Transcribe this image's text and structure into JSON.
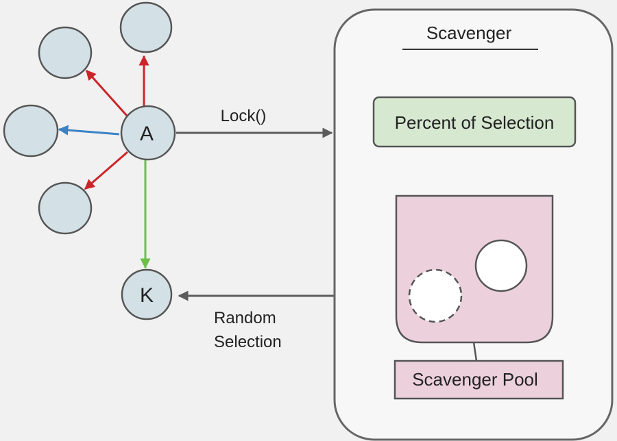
{
  "colors": {
    "background": "#f1f1f1",
    "node_fill": "#d3e0e5",
    "outline": "#555555",
    "arrow_red": "#cc2529",
    "arrow_blue": "#3b82c6",
    "arrow_green": "#6cc04a",
    "arrow_gray": "#5c5c5c",
    "panel_fill": "#f7f7f7",
    "percent_box_fill": "#d6e8d0",
    "pool_fill": "#ecd1dc"
  },
  "nodes": {
    "a_label": "A",
    "k_label": "K"
  },
  "edges": {
    "lock_label": "Lock()",
    "random_selection_line1": "Random",
    "random_selection_line2": "Selection"
  },
  "scavenger": {
    "title": "Scavenger",
    "percent_label": "Percent of Selection",
    "pool_label": "Scavenger Pool"
  }
}
